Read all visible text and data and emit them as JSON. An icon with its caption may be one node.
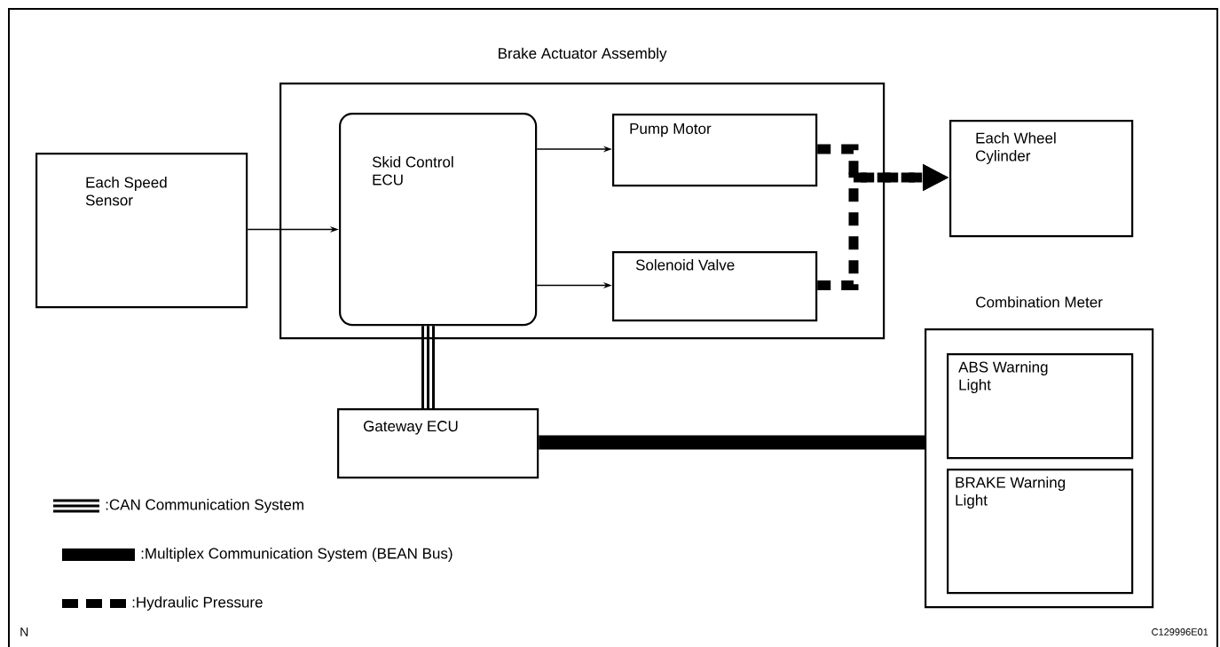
{
  "diagram": {
    "nodes": [
      {
        "text": [
          "Each Speed Sensor"
        ]
      },
      {
        "text": [
          "Brake Actuator Assembly"
        ]
      },
      {
        "text": [
          "Skid Control ECU"
        ],
        "in": 1
      },
      {
        "text": [
          "Pump Motor"
        ],
        "in": 1
      },
      {
        "text": [
          "Solenoid Valve"
        ],
        "in": 1
      },
      {
        "text": [
          "Each Wheel Cylinder"
        ]
      },
      {
        "text": [
          "Combination Meter"
        ]
      },
      {
        "text": [
          "ABS Warning Light"
        ],
        "in": 6
      },
      {
        "text": [
          "BRAKE Warning Light"
        ],
        "in": 6
      },
      {
        "text": [
          "Gateway ECU"
        ]
      }
    ],
    "edges": [
      {
        "from": 0,
        "to": 2,
        "arrow": "to"
      },
      {
        "from": 2,
        "to": 3,
        "arrow": "to"
      },
      {
        "from": 2,
        "to": 4,
        "arrow": "to"
      },
      {
        "from": 3,
        "to": 5,
        "arrow": "to",
        "style": "dashed"
      },
      {
        "from": 4,
        "to": 5,
        "arrow": "to",
        "style": "dashed"
      },
      {
        "from": 2,
        "to": 9,
        "arrow": "none"
      },
      {
        "from": 9,
        "to": 6,
        "arrow": "none",
        "style": "thick"
      }
    ],
    "labels": [
      "N",
      "C129996E01"
    ],
    "legend": [
      {
        "text": ":CAN Communication System"
      },
      {
        "text": ":Multiplex Communication System (BEAN Bus)"
      },
      {
        "text": ":Hydraulic Pressure"
      }
    ]
  }
}
